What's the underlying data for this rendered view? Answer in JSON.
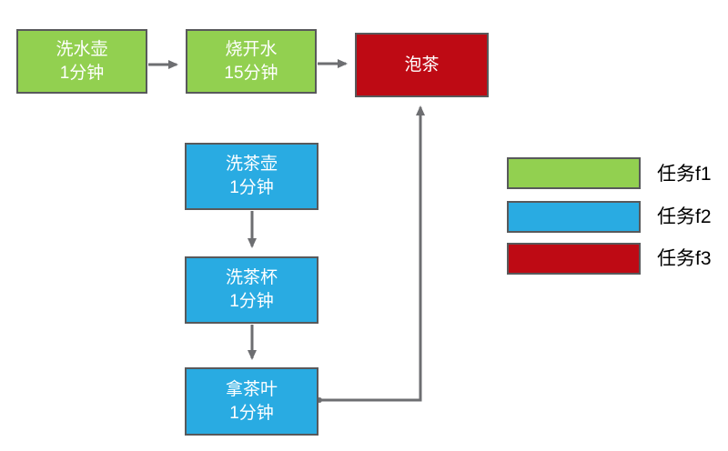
{
  "colors": {
    "task_f1": "#92D050",
    "task_f2": "#29ABE2",
    "task_f3": "#BE0A14",
    "border": "#58595B",
    "arrow": "#6D6E71",
    "node_text": "#FFFFFF",
    "legend_text": "#000000",
    "background": "#FFFFFF"
  },
  "nodes": {
    "wash_kettle": {
      "line1": "洗水壶",
      "line2": "1分钟",
      "task": "f1"
    },
    "boil_water": {
      "line1": "烧开水",
      "line2": "15分钟",
      "task": "f1"
    },
    "brew_tea": {
      "line1": "泡茶",
      "task": "f3"
    },
    "wash_teapot": {
      "line1": "洗茶壶",
      "line2": "1分钟",
      "task": "f2"
    },
    "wash_teacup": {
      "line1": "洗茶杯",
      "line2": "1分钟",
      "task": "f2"
    },
    "get_tea_leaves": {
      "line1": "拿茶叶",
      "line2": "1分钟",
      "task": "f2"
    }
  },
  "edges": [
    {
      "from": "wash_kettle",
      "to": "boil_water"
    },
    {
      "from": "boil_water",
      "to": "brew_tea"
    },
    {
      "from": "wash_teapot",
      "to": "wash_teacup"
    },
    {
      "from": "wash_teacup",
      "to": "get_tea_leaves"
    },
    {
      "from": "get_tea_leaves",
      "to": "brew_tea"
    }
  ],
  "legend": {
    "items": [
      {
        "label": "任务f1",
        "color_key": "task_f1"
      },
      {
        "label": "任务f2",
        "color_key": "task_f2"
      },
      {
        "label": "任务f3",
        "color_key": "task_f3"
      }
    ]
  }
}
